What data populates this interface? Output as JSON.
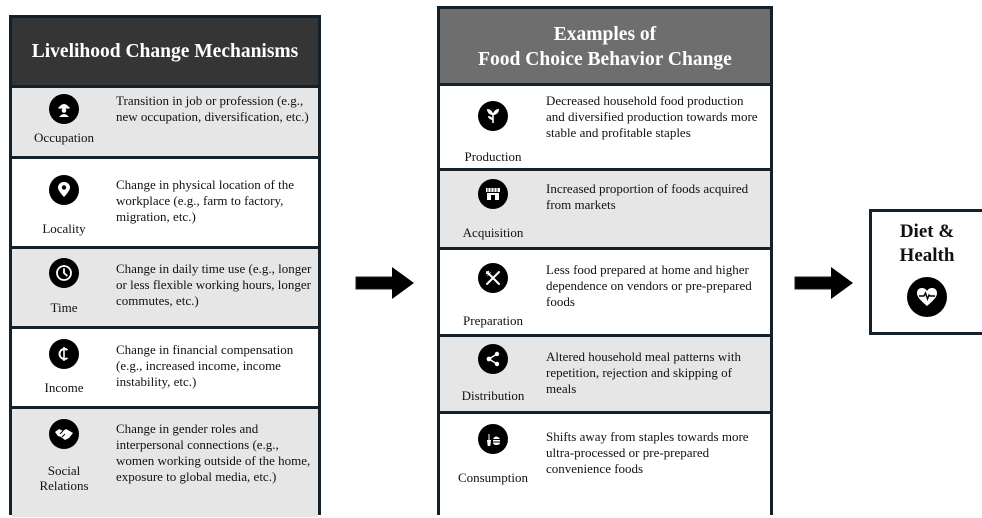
{
  "left_panel": {
    "title": "Livelihood Change Mechanisms",
    "rows": [
      {
        "label": "Occupation",
        "icon": "worker-icon",
        "desc": "Transition in job or profession (e.g., new occupation, diversification, etc.)"
      },
      {
        "label": "Locality",
        "icon": "location-pin-icon",
        "desc": "Change in physical location of the workplace (e.g., farm to factory, migration, etc.)"
      },
      {
        "label": "Time",
        "icon": "clock-icon",
        "desc": "Change in daily time use (e.g., longer or less flexible working hours, longer commutes, etc.)"
      },
      {
        "label": "Income",
        "icon": "cedi-currency-icon",
        "desc": "Change in financial compensation (e.g., increased income, income instability, etc.)"
      },
      {
        "label": "Social Relations",
        "icon": "handshake-icon",
        "desc": "Change in gender roles and interpersonal connections (e.g., women working outside of the home, exposure to global media, etc.)"
      }
    ]
  },
  "middle_panel": {
    "title_line1": "Examples of",
    "title_line2": "Food Choice Behavior Change",
    "rows": [
      {
        "label": "Production",
        "icon": "plant-icon",
        "desc": "Decreased household food production and diversified production towards more stable and profitable staples"
      },
      {
        "label": "Acquisition",
        "icon": "storefront-icon",
        "desc": "Increased proportion of foods acquired from markets"
      },
      {
        "label": "Preparation",
        "icon": "fork-knife-icon",
        "desc": "Less food prepared at home and higher dependence on vendors or pre-prepared foods"
      },
      {
        "label": "Distribution",
        "icon": "share-nodes-icon",
        "desc": "Altered household meal patterns with repetition, rejection and skipping of meals"
      },
      {
        "label": "Consumption",
        "icon": "fast-food-icon",
        "desc": "Shifts away from staples towards more ultra-processed or pre-prepared convenience foods"
      }
    ]
  },
  "outcome": {
    "title": "Diet & Health",
    "icon": "heart-pulse-icon"
  },
  "colors": {
    "border": "#14212b",
    "left_header": "#353535",
    "middle_header": "#6e6e6e",
    "gray_row": "#e6e6e6",
    "icon_fill": "#000000"
  }
}
